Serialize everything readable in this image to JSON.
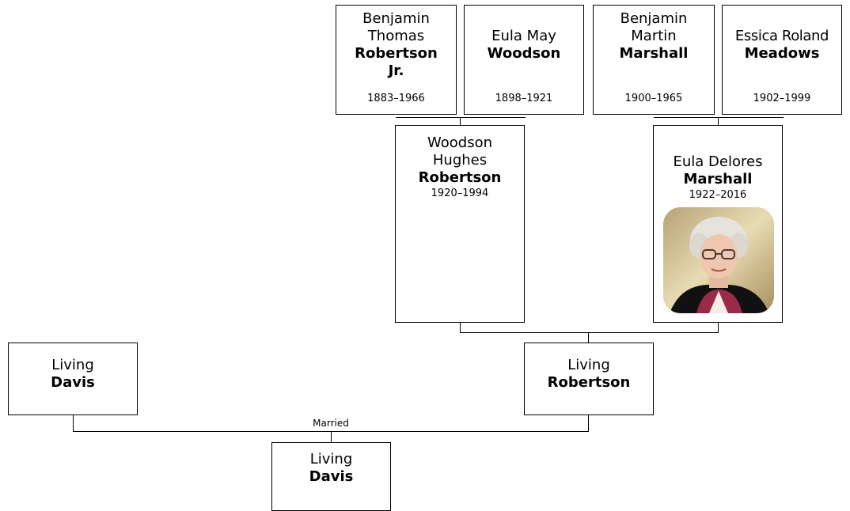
{
  "tree": {
    "grandparents": [
      {
        "given": "Benjamin Thomas",
        "surname": "Robertson Jr.",
        "dates": "1883–1966"
      },
      {
        "given": "Eula May",
        "surname": "Woodson",
        "dates": "1898–1921"
      },
      {
        "given": "Benjamin Martin",
        "surname": "Marshall",
        "dates": "1900–1965"
      },
      {
        "given": "Essica Roland",
        "surname": "Meadows",
        "dates": "1902–1999"
      }
    ],
    "parents": [
      {
        "given": "Woodson Hughes",
        "surname": "Robertson",
        "dates": "1920–1994"
      },
      {
        "given": "Eula Delores",
        "surname": "Marshall",
        "dates": "1922–2016",
        "photo": "portrait-photo"
      }
    ],
    "couple": [
      {
        "given": "Living",
        "surname": "Davis"
      },
      {
        "given": "Living",
        "surname": "Robertson"
      }
    ],
    "child": {
      "given": "Living",
      "surname": "Davis"
    },
    "married_label": "Married"
  }
}
